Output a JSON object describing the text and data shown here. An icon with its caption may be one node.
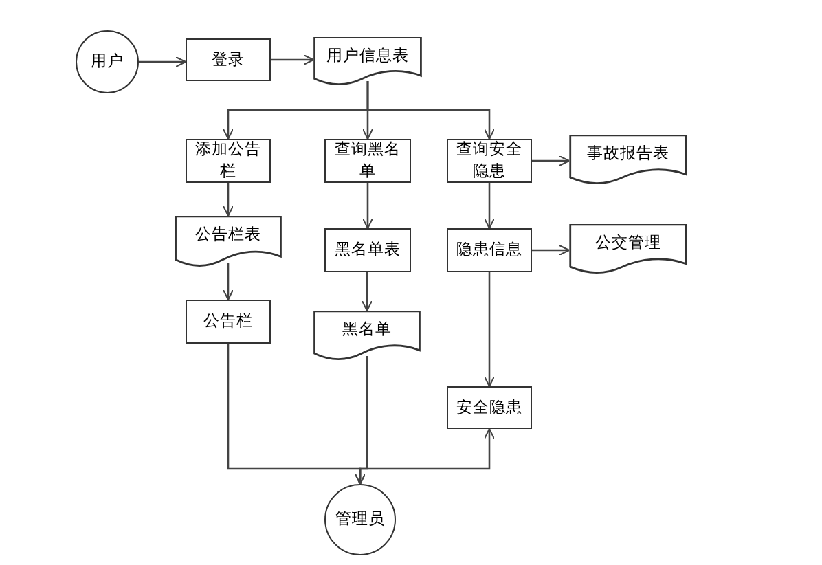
{
  "diagram": {
    "nodes": [
      {
        "text": [
          "用户"
        ]
      },
      {
        "text": [
          "登录"
        ]
      },
      {
        "text": [
          "用户信息表"
        ]
      },
      {
        "text": [
          "添加公告栏"
        ]
      },
      {
        "text": [
          "查询黑名单"
        ]
      },
      {
        "text": [
          "查询安全隐患"
        ]
      },
      {
        "text": [
          "事故报告表"
        ]
      },
      {
        "text": [
          "公告栏表"
        ]
      },
      {
        "text": [
          "黑名单表"
        ]
      },
      {
        "text": [
          "隐患信息"
        ]
      },
      {
        "text": [
          "公交管理"
        ]
      },
      {
        "text": [
          "公告栏"
        ]
      },
      {
        "text": [
          "黑名单"
        ]
      },
      {
        "text": [
          "安全隐患"
        ]
      },
      {
        "text": [
          "管理员"
        ]
      }
    ],
    "edges": [
      {
        "from": 0,
        "to": 1,
        "arrow": "to"
      },
      {
        "from": 1,
        "to": 2,
        "arrow": "to"
      },
      {
        "from": 2,
        "to": 3,
        "arrow": "to"
      },
      {
        "from": 2,
        "to": 4,
        "arrow": "to"
      },
      {
        "from": 2,
        "to": 5,
        "arrow": "to"
      },
      {
        "from": 5,
        "to": 6,
        "arrow": "to"
      },
      {
        "from": 3,
        "to": 7,
        "arrow": "to"
      },
      {
        "from": 4,
        "to": 8,
        "arrow": "to"
      },
      {
        "from": 5,
        "to": 9,
        "arrow": "to"
      },
      {
        "from": 9,
        "to": 10,
        "arrow": "to"
      },
      {
        "from": 7,
        "to": 11,
        "arrow": "to"
      },
      {
        "from": 8,
        "to": 12,
        "arrow": "to"
      },
      {
        "from": 9,
        "to": 13,
        "arrow": "to"
      },
      {
        "from": 11,
        "to": 14,
        "arrow": "to"
      },
      {
        "from": 12,
        "to": 14,
        "arrow": "to"
      },
      {
        "from": 14,
        "to": 13,
        "arrow": "to"
      }
    ]
  }
}
